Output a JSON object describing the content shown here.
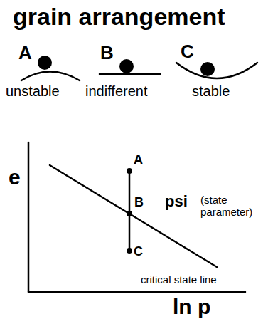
{
  "diagram": {
    "title": "grain arrangement",
    "labels": [
      "A",
      "B",
      "C",
      "unstable",
      "indifferent",
      "stable",
      "e",
      "A",
      "B",
      "psi",
      "(state parameter)",
      "C",
      "critical state line",
      "ln p"
    ]
  }
}
